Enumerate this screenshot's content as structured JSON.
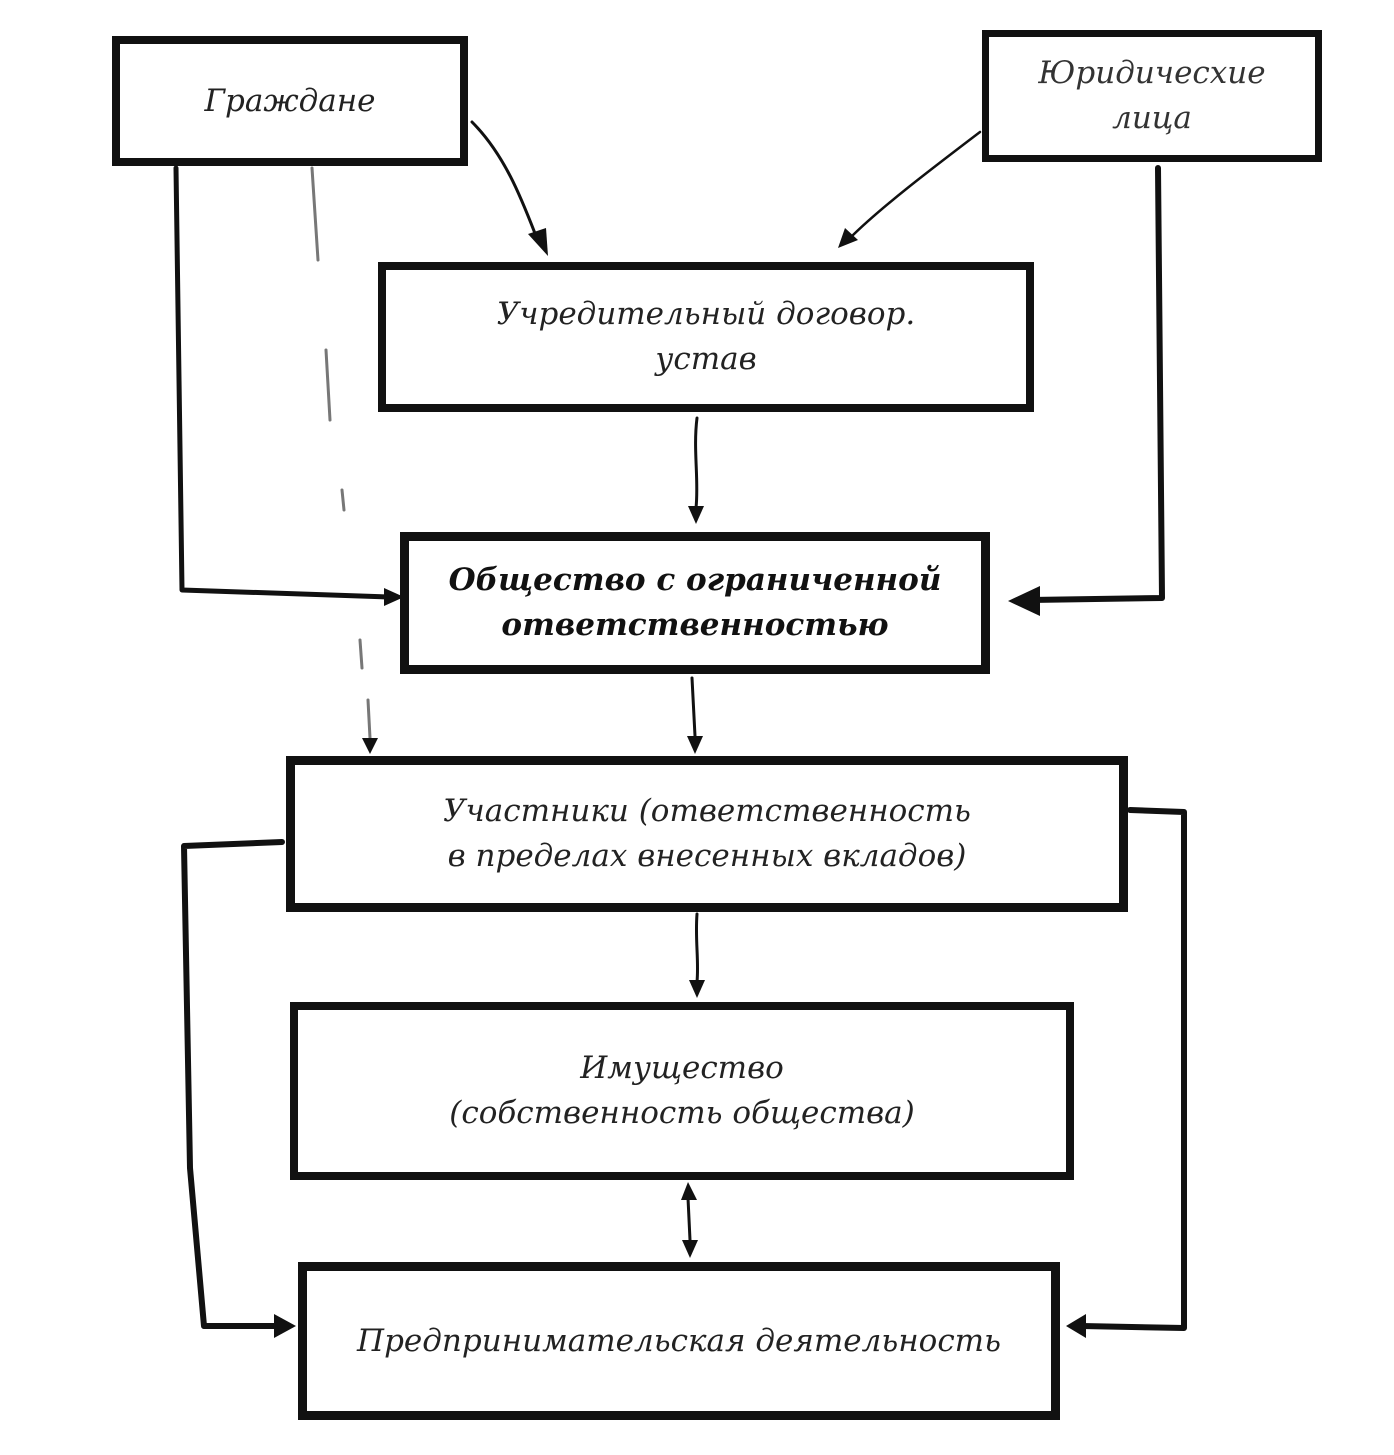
{
  "nodes": {
    "citizens": {
      "lines": [
        "Граждане"
      ]
    },
    "legal_entities": {
      "lines": [
        "Юридичесхие",
        "лица"
      ]
    },
    "charter": {
      "lines": [
        "Учредительный договор.",
        "устав"
      ]
    },
    "llc": {
      "lines": [
        "Общество с ограниченной",
        "ответственностью"
      ]
    },
    "members": {
      "lines": [
        "Участники (ответственность",
        "в пределах внесенных вкладов)"
      ]
    },
    "property": {
      "lines": [
        "Имущество",
        "(собственность общества)"
      ]
    },
    "business": {
      "lines": [
        "Предпринимательская деятельность"
      ]
    }
  },
  "edges": [
    {
      "from": "citizens",
      "to": "charter"
    },
    {
      "from": "legal_entities",
      "to": "charter"
    },
    {
      "from": "charter",
      "to": "llc"
    },
    {
      "from": "citizens",
      "to": "llc"
    },
    {
      "from": "legal_entities",
      "to": "llc"
    },
    {
      "from": "citizens",
      "to": "members"
    },
    {
      "from": "llc",
      "to": "members"
    },
    {
      "from": "members",
      "to": "property"
    },
    {
      "from": "property",
      "to": "business",
      "bidirectional": true
    },
    {
      "from": "members",
      "to": "business"
    }
  ],
  "colors": {
    "ink": "#111111",
    "paper": "#ffffff"
  }
}
